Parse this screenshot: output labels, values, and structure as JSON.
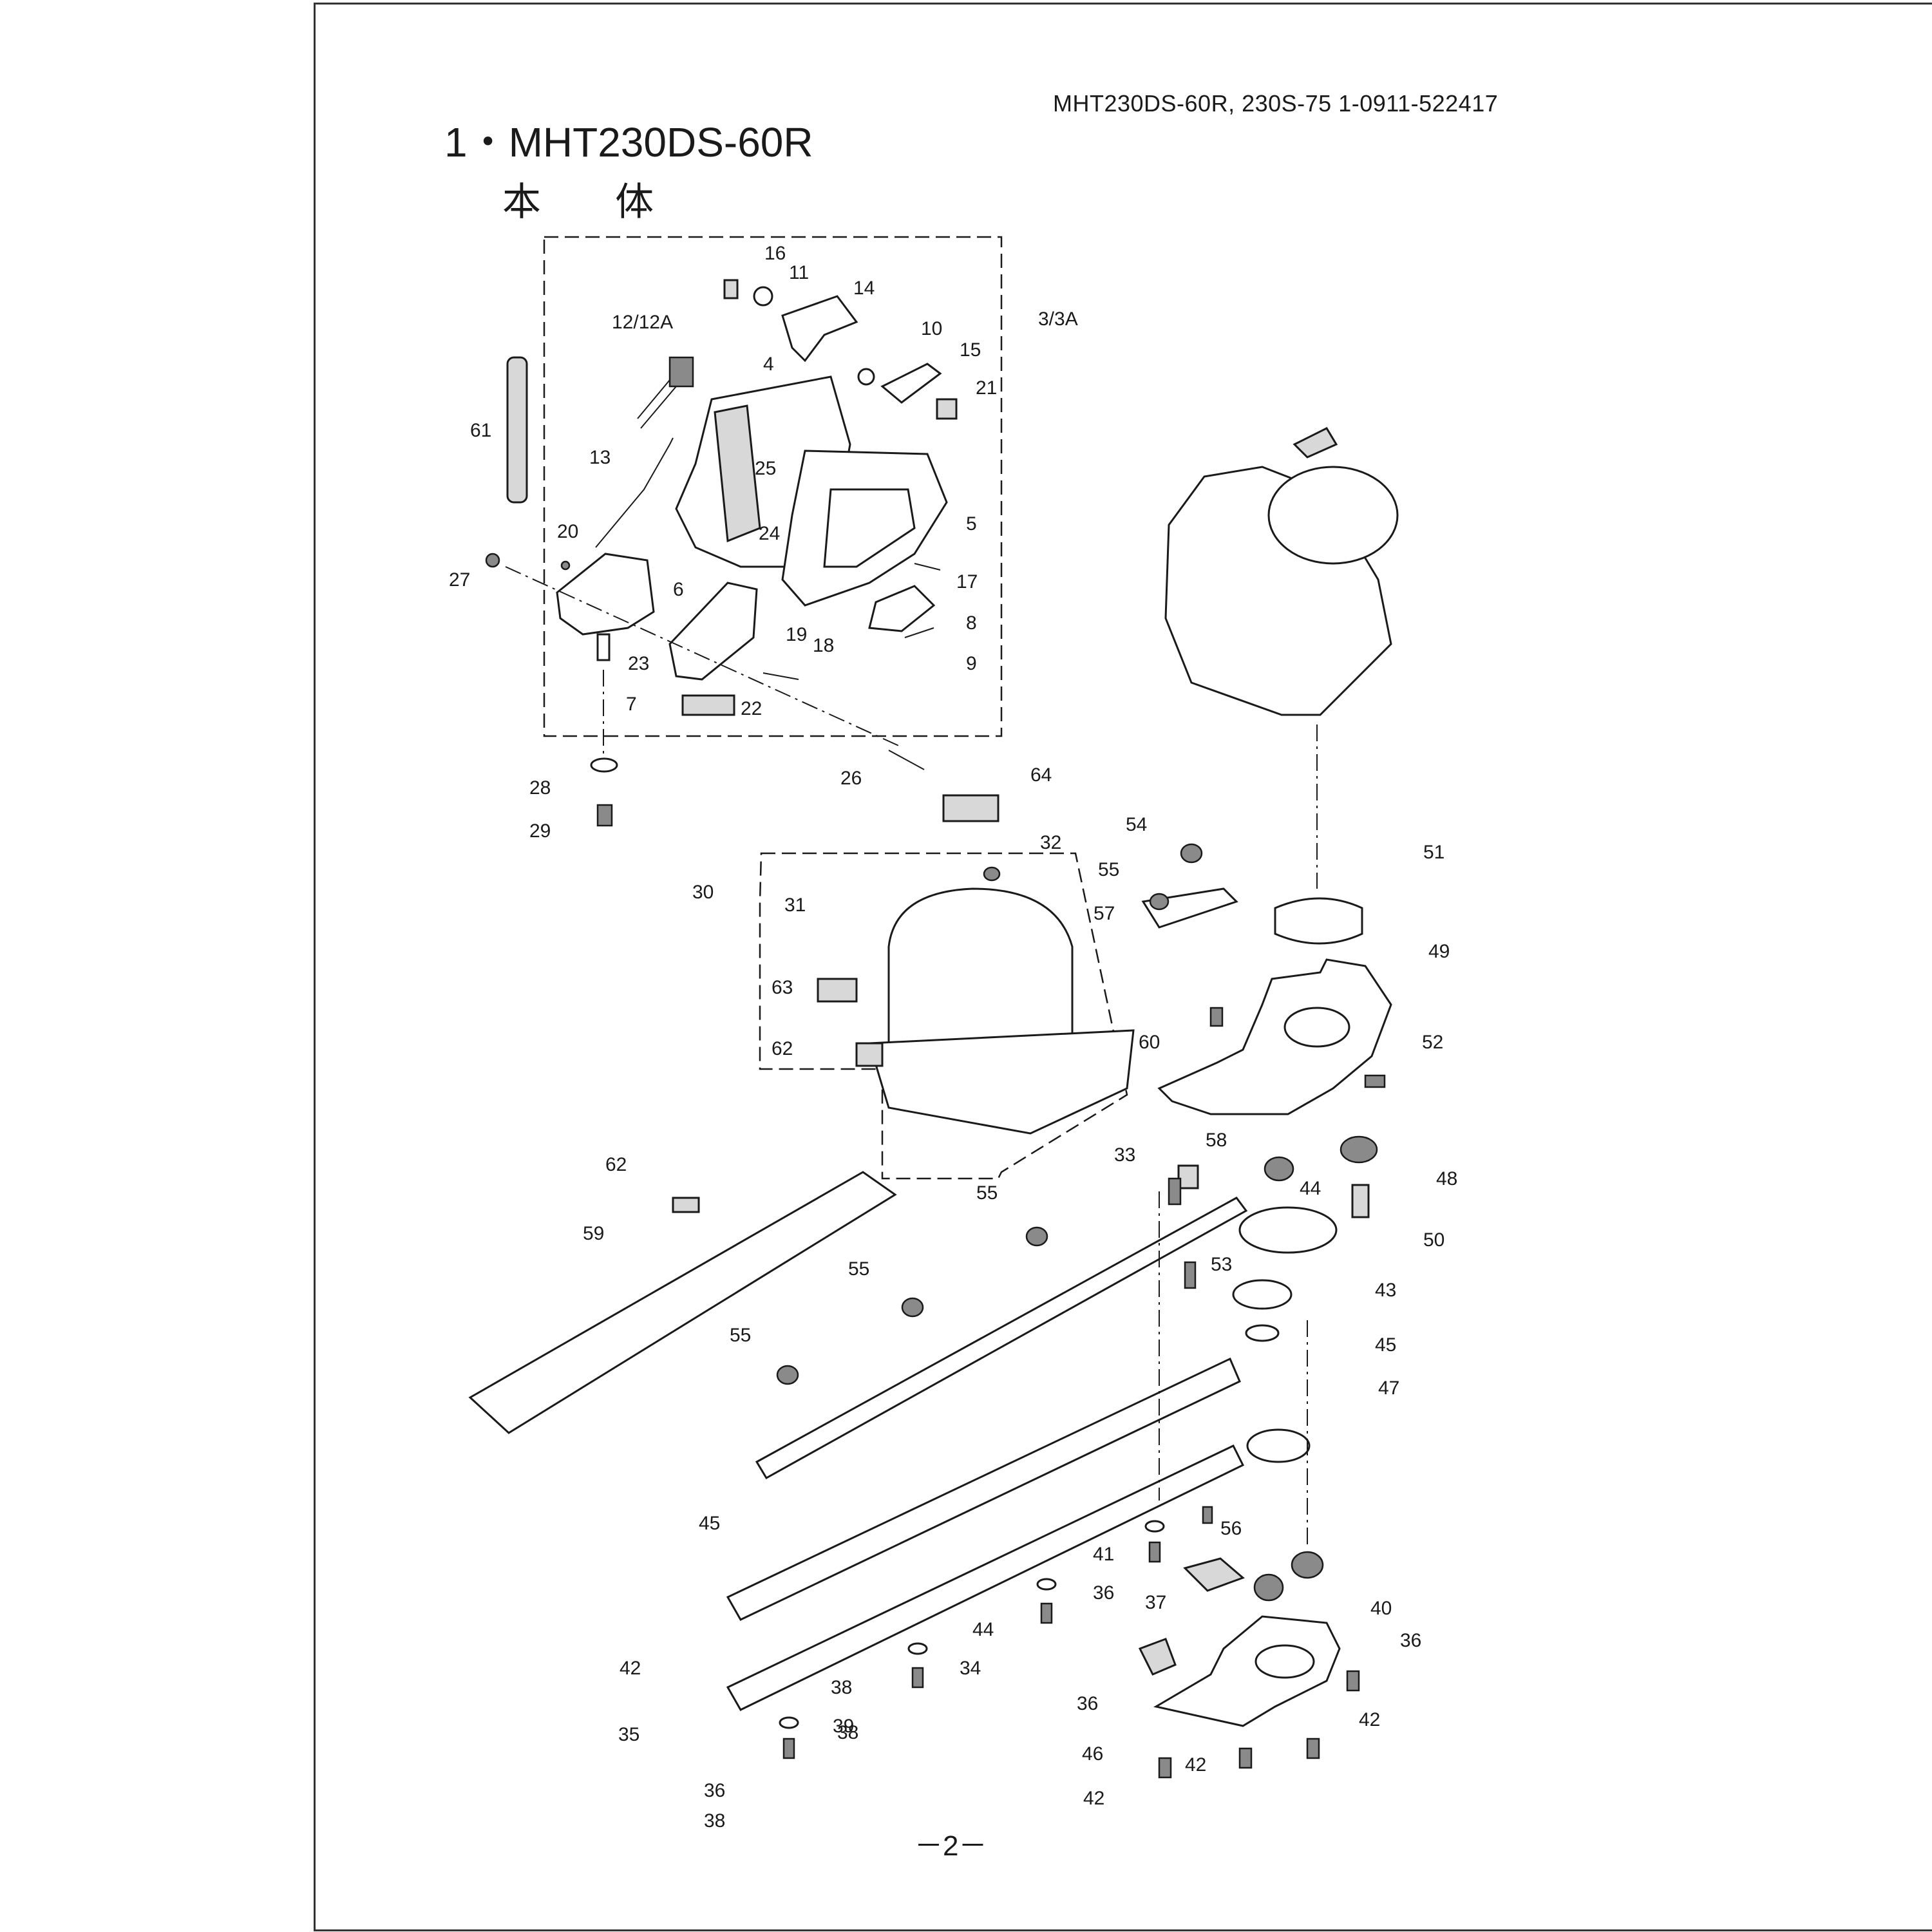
{
  "document": {
    "reference_code": "MHT230DS-60R, 230S-75  1-0911-522417",
    "title": "1・MHT230DS-60R",
    "subtitle": "本 体",
    "page_number": "－2－"
  },
  "callouts": [
    "16",
    "11",
    "14",
    "12/12A",
    "10",
    "3/3A",
    "15",
    "4",
    "21",
    "61",
    "13",
    "25",
    "5",
    "20",
    "24",
    "17",
    "27",
    "6",
    "8",
    "23",
    "19",
    "18",
    "9",
    "7",
    "22",
    "28",
    "26",
    "29",
    "64",
    "54",
    "32",
    "51",
    "55",
    "30",
    "31",
    "57",
    "49",
    "63",
    "60",
    "52",
    "62",
    "62",
    "33",
    "58",
    "44",
    "48",
    "59",
    "55",
    "50",
    "53",
    "43",
    "55",
    "45",
    "55",
    "47",
    "45",
    "56",
    "41",
    "36",
    "37",
    "40",
    "44",
    "36",
    "42",
    "34",
    "38",
    "36",
    "39",
    "35",
    "38",
    "46",
    "42",
    "36",
    "42",
    "38",
    "42"
  ]
}
